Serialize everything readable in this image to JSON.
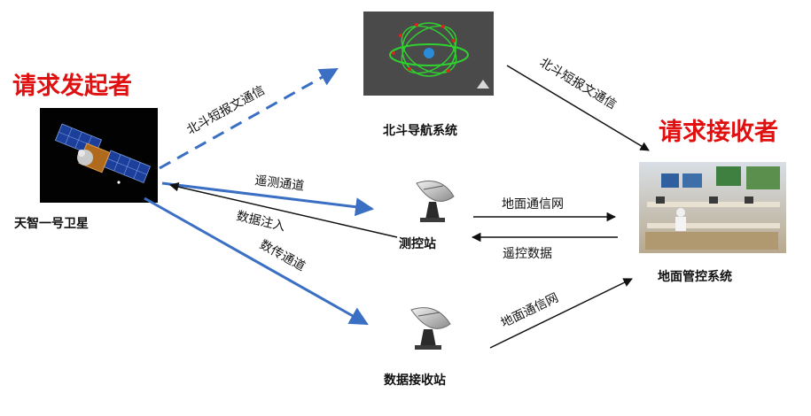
{
  "roles": {
    "requester": "请求发起者",
    "receiver": "请求接收者"
  },
  "nodes": {
    "satellite": "天智一号卫星",
    "beidou": "北斗导航系统",
    "ttc_station": "测控站",
    "data_station": "数据接收站",
    "ground_control": "地面管控系统"
  },
  "links": {
    "sat_to_beidou": "北斗短报文通信",
    "beidou_to_ground": "北斗短报文通信",
    "telemetry": "遥测通道",
    "data_upload": "数据注入",
    "data_transfer": "数传通道",
    "ground_net_top": "地面通信网",
    "remote_control": "遥控数据",
    "ground_net_bottom": "地面通信网"
  },
  "colors": {
    "role_text": "#e01010",
    "blue_arrow": "#3a6fc4",
    "black_arrow": "#111111"
  }
}
